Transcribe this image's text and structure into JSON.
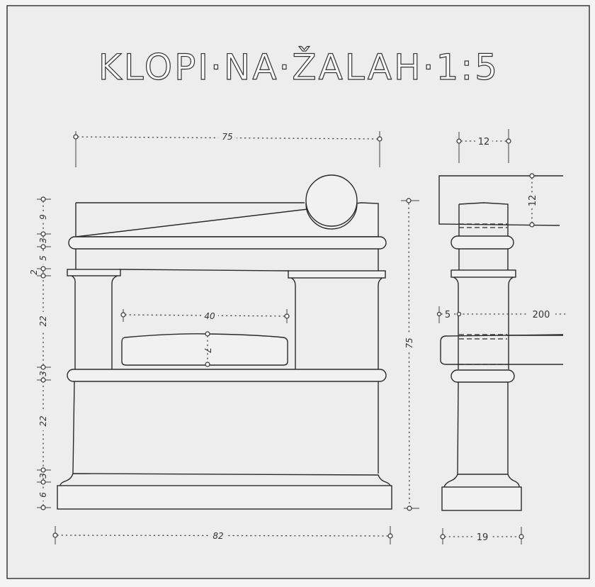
{
  "sheet": {
    "background": "#ececec",
    "border_color": "#3a3a3a",
    "line_color": "#2a2a2a"
  },
  "title": {
    "text": "KLOPI·NA·ŽALAH·1:5",
    "words": [
      "KLOPI",
      "NA",
      "ŽALAH",
      "1:5"
    ],
    "scale": "1:5"
  },
  "front_view": {
    "overall_width_top": "75",
    "overall_width_bottom": "82",
    "overall_height": "75",
    "opening_width": "40",
    "opening_height": "7",
    "vertical_dims_top_to_bottom": [
      "9",
      "3",
      "5",
      "2",
      "22",
      "3",
      "22",
      "3",
      "6"
    ]
  },
  "side_view": {
    "top_width": "12",
    "backrest_height": "12",
    "seat_offset": "5",
    "seat_length": "200",
    "base_width": "19"
  },
  "labels": {
    "dim_top_75": "75",
    "dim_bottom_82": "82",
    "dim_height_75": "75",
    "dim_opening_40": "40",
    "dim_opening_7": "7",
    "dim_left_9": "9",
    "dim_left_3a": "3",
    "dim_left_5": "5",
    "dim_left_2": "2",
    "dim_left_22a": "22",
    "dim_left_3b": "3",
    "dim_left_22b": "22",
    "dim_left_3c": "3",
    "dim_left_6": "6",
    "dim_side_12_top": "12",
    "dim_side_12_right": "12",
    "dim_side_5": "5",
    "dim_side_200": "200",
    "dim_side_19": "19"
  }
}
